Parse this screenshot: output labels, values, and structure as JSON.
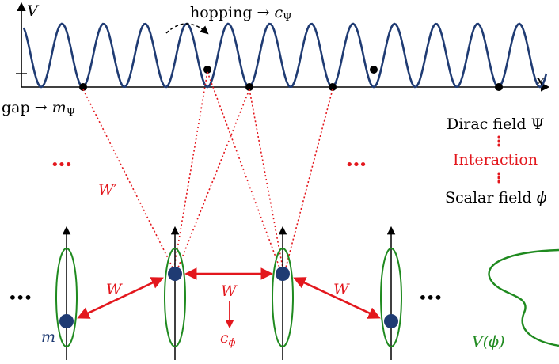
{
  "colors": {
    "ink": "#000000",
    "potential": "#1f3b73",
    "particle": "#1f3b73",
    "interaction": "#e3171d",
    "well": "#1f8a1f"
  },
  "labels": {
    "v_axis": "V",
    "x_axis": "x",
    "hopping": "hopping",
    "hopping_target": "c",
    "hopping_target_sub": "Ψ",
    "gap": "gap",
    "gap_target": "m",
    "gap_target_sub": "Ψ",
    "dirac_field": "Dirac field Ψ",
    "interaction": "Interaction",
    "scalar_field": "Scalar field",
    "scalar_symbol": "ϕ",
    "w_prime": "W′",
    "w_left": "W",
    "w_middle": "W",
    "w_right": "W",
    "c_phi": "c",
    "c_phi_sub": "ϕ",
    "mass": "m",
    "potential_label": "V(ϕ)",
    "ellipsis_red_left": "•••",
    "ellipsis_red_right": "•••",
    "ellipsis_black_left": "•••",
    "ellipsis_black_right": "•••"
  }
}
